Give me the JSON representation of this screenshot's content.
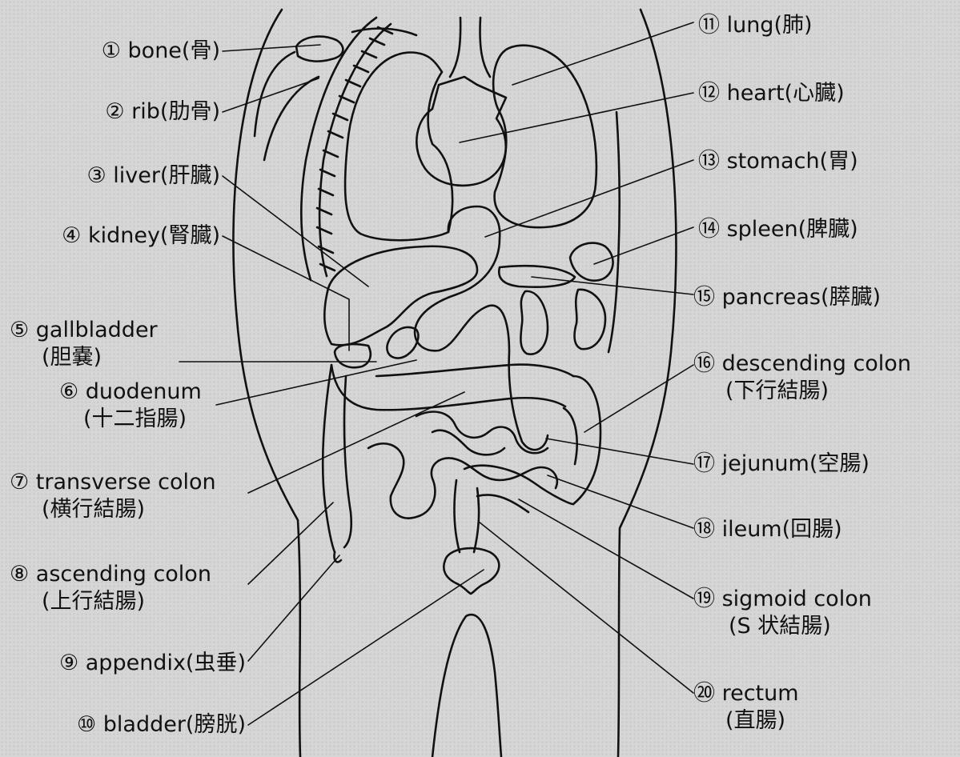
{
  "labels": [
    {
      "id": "bone",
      "text": "① bone(骨)"
    },
    {
      "id": "rib",
      "text": "② rib(肋骨)"
    },
    {
      "id": "liver",
      "text": "③ liver(肝臓)"
    },
    {
      "id": "kidney",
      "text": "④ kidney(腎臓)"
    },
    {
      "id": "gallbladder",
      "text": "⑤ gallbladder",
      "sub": "(胆嚢)"
    },
    {
      "id": "duodenum",
      "text": "⑥ duodenum",
      "sub": "(十二指腸)"
    },
    {
      "id": "transverse-colon",
      "text": "⑦ transverse colon",
      "sub": "(横行結腸)"
    },
    {
      "id": "ascending-colon",
      "text": "⑧ ascending colon",
      "sub": "(上行結腸)"
    },
    {
      "id": "appendix",
      "text": "⑨ appendix(虫垂)"
    },
    {
      "id": "bladder",
      "text": "⑩ bladder(膀胱)"
    },
    {
      "id": "lung",
      "text": "⑪ lung(肺)"
    },
    {
      "id": "heart",
      "text": "⑫ heart(心臓)"
    },
    {
      "id": "stomach",
      "text": "⑬ stomach(胃)"
    },
    {
      "id": "spleen",
      "text": "⑭ spleen(脾臓)"
    },
    {
      "id": "pancreas",
      "text": "⑮ pancreas(膵臓)"
    },
    {
      "id": "descending-colon",
      "text": "⑯ descending colon",
      "sub": "(下行結腸)"
    },
    {
      "id": "jejunum",
      "text": "⑰ jejunum(空腸)"
    },
    {
      "id": "ileum",
      "text": "⑱ ileum(回腸)"
    },
    {
      "id": "sigmoid-colon",
      "text": "⑲ sigmoid colon",
      "sub": "(S 状結腸)"
    },
    {
      "id": "rectum",
      "text": "⑳ rectum",
      "sub": "(直腸)"
    }
  ]
}
